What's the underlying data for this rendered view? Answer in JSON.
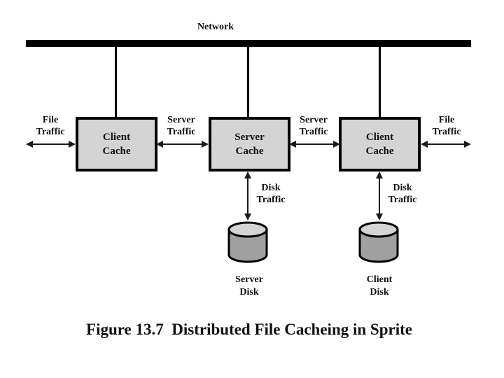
{
  "figure": {
    "network_label": "Network",
    "caption": "Figure 13.7  Distributed File Cacheing in Sprite"
  },
  "boxes": {
    "client_left": "Client\nCache",
    "server": "Server\nCache",
    "client_right": "Client\nCache"
  },
  "traffic_labels": {
    "file_left": "File\nTraffic",
    "server_left": "Server\nTraffic",
    "server_right": "Server\nTraffic",
    "file_right": "File\nTraffic",
    "disk_left": "Disk\nTraffic",
    "disk_right": "Disk\nTraffic"
  },
  "disk_labels": {
    "server": "Server\nDisk",
    "client": "Client\nDisk"
  },
  "colors": {
    "background": "#ffffff",
    "bar": "#000000",
    "line": "#1a1a1a",
    "box_fill": "#d4d4d4",
    "box_border": "#000000",
    "disk_body": "#a0a0a0",
    "disk_top": "#d4d4d4"
  }
}
